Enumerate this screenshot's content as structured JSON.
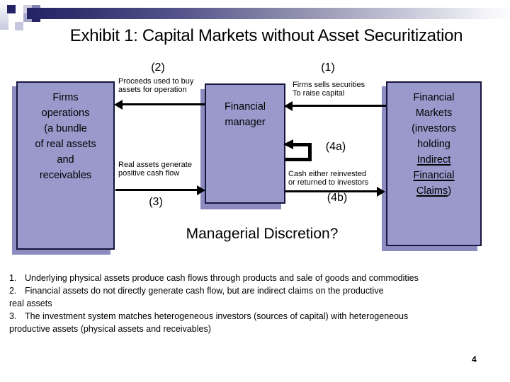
{
  "title": "Exhibit 1: Capital Markets without Asset Securitization",
  "page_number": "4",
  "colors": {
    "box_fill": "#9999cc",
    "box_shadow": "#8c8cc0",
    "box_border": "#16163e",
    "bar_dark": "#232366",
    "arrow": "#000000"
  },
  "flow_labels": {
    "n1": "(1)",
    "n2": "(2)",
    "n3": "(3)",
    "n4a": "(4a)",
    "n4b": "(4b)"
  },
  "boxes": {
    "firms": {
      "lines": [
        "Firms",
        "operations",
        "(a bundle",
        "of real assets",
        "and",
        "receivables"
      ]
    },
    "manager": {
      "lines": [
        "Financial",
        "manager"
      ]
    },
    "markets": {
      "lines": [
        {
          "text": "Financial",
          "underline": false
        },
        {
          "text": "Markets",
          "underline": false
        },
        {
          "text": "(investors",
          "underline": false
        },
        {
          "text": "holding",
          "underline": false
        },
        {
          "text": "Indirect",
          "underline": true
        },
        {
          "text": "Financial",
          "underline": true
        },
        {
          "text": "Claims",
          "underline": true,
          "suffix": ")"
        }
      ]
    }
  },
  "captions": {
    "proceeds": {
      "line1": "Proceeds used to buy",
      "line2": "assets for operation"
    },
    "securities": {
      "line1": "Firms sells securities",
      "line2": "To raise capital"
    },
    "real_assets": {
      "line1": "Real assets generate",
      "line2": "positive cash flow"
    },
    "cash": {
      "line1": "Cash either reinvested",
      "line2": "or returned to investors"
    }
  },
  "question": "Managerial Discretion?",
  "notes": [
    {
      "num": "1.",
      "text": "Underlying physical assets produce cash flows through products and sale of goods and commodities"
    },
    {
      "num": "2.",
      "text": "Financial assets do not directly generate cash flow, but are indirect claims on the productive"
    },
    {
      "num": "",
      "text": "real assets"
    },
    {
      "num": "3.",
      "text": "The investment system matches heterogeneous investors (sources of capital) with heterogeneous"
    },
    {
      "num": "",
      "text": "productive assets (physical assets and receivables)"
    }
  ]
}
